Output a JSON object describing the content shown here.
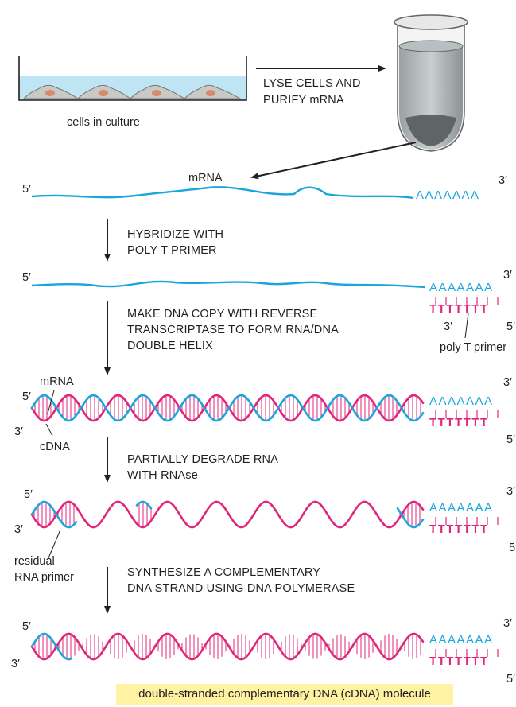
{
  "labels": {
    "cells_in_culture": "cells in culture",
    "lyse_line1": "LYSE CELLS AND",
    "lyse_line2": "PURIFY mRNA",
    "mrna": "mRNA",
    "five_prime": "5′",
    "three_prime": "3′",
    "poly_a": "AAAAAAA",
    "poly_t": "TTTTTTT",
    "step1_line1": "HYBRIDIZE WITH",
    "step1_line2": "POLY T PRIMER",
    "step2_line1": "MAKE DNA COPY WITH REVERSE",
    "step2_line2": "TRANSCRIPTASE TO FORM RNA/DNA",
    "step2_line3": "DOUBLE HELIX",
    "poly_t_primer": "poly T primer",
    "cdna": "cDNA",
    "step3_line1": "PARTIALLY DEGRADE RNA",
    "step3_line2": "WITH RNAse",
    "residual_line1": "residual",
    "residual_line2": "RNA primer",
    "step4_line1": "SYNTHESIZE A COMPLEMENTARY",
    "step4_line2": "DNA STRAND USING DNA POLYMERASE",
    "final": "double-stranded complementary DNA (cDNA) molecule"
  },
  "colors": {
    "rna": "#1aa5dd",
    "cdna": "#e0267b",
    "second_strand": "#f29bbf",
    "highlight": "#fff3a3",
    "culture_medium": "#bfe4f3"
  }
}
